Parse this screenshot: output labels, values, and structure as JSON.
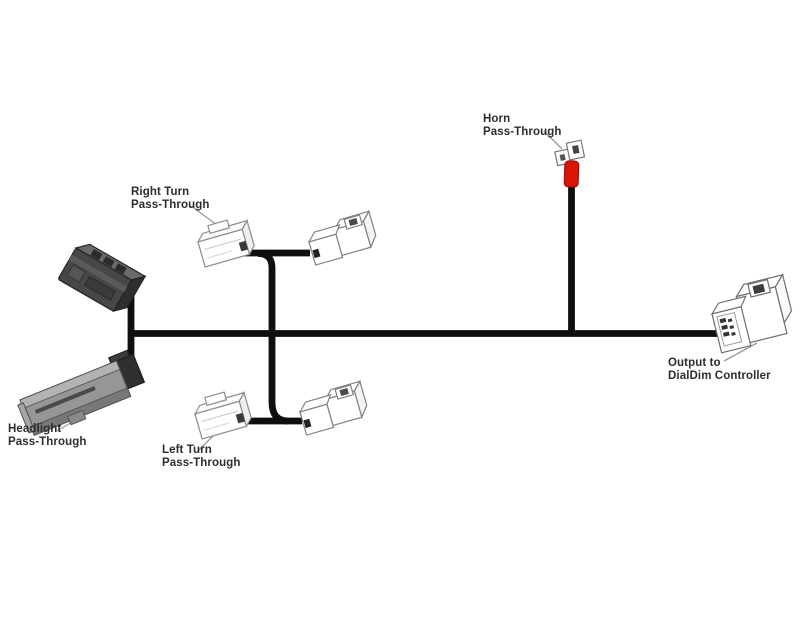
{
  "diagram_type": "wiring-harness-diagram",
  "colors": {
    "background": "#ffffff",
    "wire": "#0f0f0f",
    "label_text": "#2d2d2d",
    "connector_outline": "#8a8a8a",
    "crimp_red": "#da1508",
    "dark_connector_body": "#474747",
    "gray_connector_body": "#969696"
  },
  "labels": {
    "right_turn": "Right Turn\nPass-Through",
    "horn": "Horn\nPass-Through",
    "headlight": "Headlight\nPass-Through",
    "left_turn": "Left Turn\nPass-Through",
    "output": "Output to\nDialDim Controller"
  }
}
